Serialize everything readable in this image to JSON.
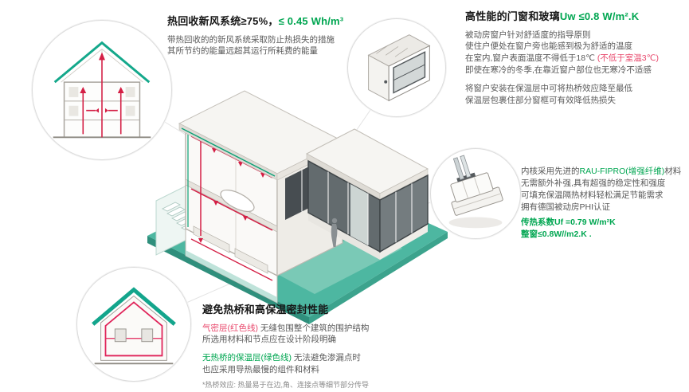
{
  "colors": {
    "teal_ground": "#4db7a1",
    "green_text": "#00a651",
    "red_text": "#e8476b",
    "red_duct": "#d41f45",
    "body_text": "#5a5a5a"
  },
  "ventilation": {
    "title_prefix": "热回收新风系统≥75%，",
    "title_value": "≤ 0.45 Wh/m³",
    "desc1": "带热回收的的新风系统采取防止热损失的措施",
    "desc2": "其所节约的能量远超其运行所耗费的能量"
  },
  "window_glass": {
    "title_prefix": "高性能的门窗和玻璃",
    "title_value": "Uw ≤0.8 W/m².K",
    "line1": "被动房窗户针对舒适度的指导原则",
    "line2": "使住户便处在窗户旁也能感到极为舒适的温度",
    "line3_pre": "在室内,窗户表面温度不得低于18℃ ",
    "line3_red": "(不低于室温3℃)",
    "line4": "即使在寒冷的冬季,在靠近窗户部位也无寒冷不适感",
    "line5": "将窗户安装在保温层中可将热桥效应降至最低",
    "line6": "保温层包裹住部分窗框可有效降低热损失"
  },
  "profile": {
    "line1_pre": "内核采用先进的",
    "line1_green": "RAU-FIPRO(增强纤维)",
    "line1_post": "材料",
    "line2": "无需额外补强,具有超强的稳定性和强度",
    "line3": "可填充保温隔热材料轻松满足节能需求",
    "line4": "拥有德国被动房PHI认证",
    "line5": "传热系数Uf =0.79 W/m²K",
    "line6": "整窗≤0.8W//m2.K ."
  },
  "thermal_bridge": {
    "title": "避免热桥和高保温密封性能",
    "red_label": "气密层(红色线)",
    "red_rest": " 无缝包围整个建筑的围护结构",
    "line2": "所选用材料和节点应在设计阶段明确",
    "green_label": "无热桥的保温层(绿色线)",
    "green_rest": " 无法避免渗漏点时",
    "line4": "也应采用导热最慢的组件和材料",
    "footnote": "*热桥效应: 热量易于在边,角、连接点等细节部分传导"
  }
}
